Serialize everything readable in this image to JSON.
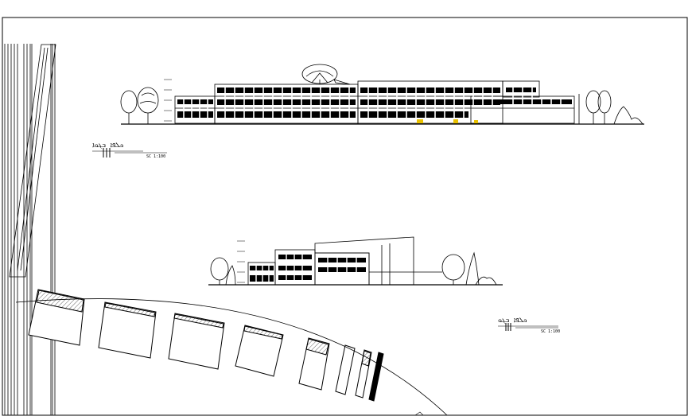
{
  "drawing": {
    "colors": {
      "line": "#000000",
      "background": "#ffffff",
      "accent": "#e8c000"
    },
    "elevation_top": {
      "label": "ܟܠܦܐ ܒܓܘܐ",
      "scale": "SC 1:100"
    },
    "elevation_side": {
      "label": "ܟܠܦܐ ܒܓܘ",
      "scale": "SC 1:100"
    }
  }
}
